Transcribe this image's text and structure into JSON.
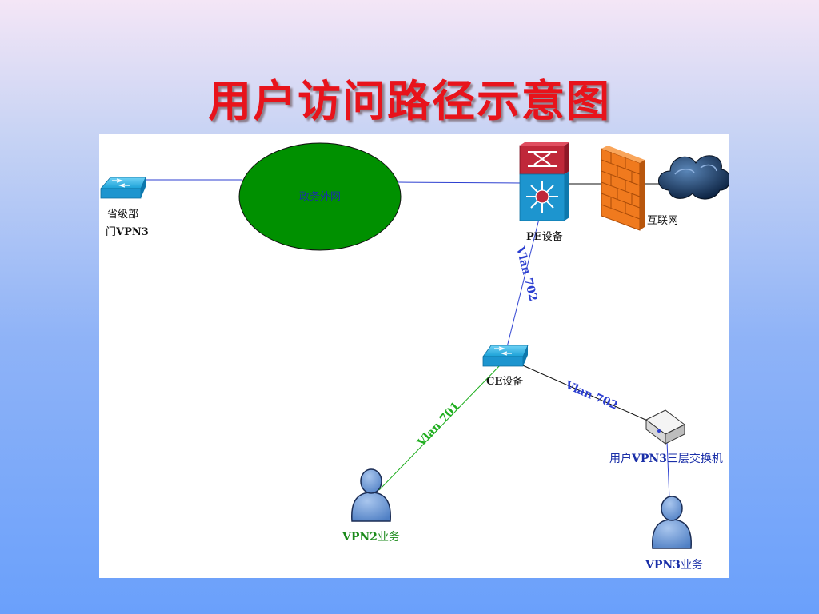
{
  "title": "用户访问路径示意图",
  "nodes": {
    "provincial": {
      "line1": "省级部",
      "line2_prefix": "门",
      "line2_bold": "VPN3"
    },
    "egov_network": {
      "label": "政务外网"
    },
    "pe": {
      "bold": "PE",
      "rest": "设备"
    },
    "internet": {
      "label": "互联网"
    },
    "ce": {
      "bold": "CE",
      "rest": "设备"
    },
    "l3switch": {
      "prefix": "用户",
      "bold": "VPN3",
      "rest": "三层交换机"
    },
    "vpn2": {
      "bold": "VPN2",
      "rest": "业务"
    },
    "vpn3": {
      "bold": "VPN3",
      "rest": "业务"
    }
  },
  "links": {
    "pe_ce": "Vlan 702",
    "ce_l3": "Vlan 702",
    "ce_vpn2": "Vlan 701"
  },
  "colors": {
    "title": "#e8131b",
    "egov_fill": "#009000",
    "link_blue": "#2c3fd0",
    "link_green": "#1fae1f",
    "firewall": "#f07a1e",
    "switch": "#1f9fd6",
    "router_red": "#c0283a"
  }
}
